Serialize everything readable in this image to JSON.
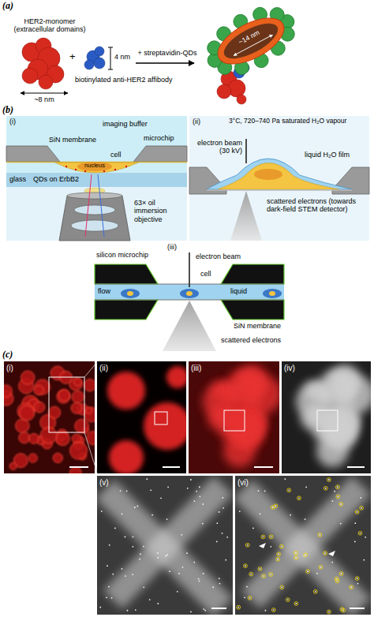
{
  "diagram": {
    "labels": [
      "(a)",
      "HER2-monomer (extracellular domains)",
      "~8 nm",
      "+",
      "4 nm",
      "biotinylated anti-HER2 affibody",
      "+ streptavidin-QDs",
      "~14 nm",
      "(b)",
      "(i)",
      "imaging buffer",
      "SiN membrane",
      "microchip",
      "cell",
      "nucleus",
      "glass",
      "QDs on ErbB2",
      "63× oil immersion objective",
      "(ii)",
      "3°C, 720–740 Pa saturated H₂O vapour",
      "electron beam (30 kV)",
      "liquid H₂O film",
      "scattered electrons (towards dark-field STEM detector)",
      "(iii)",
      "silicon microchip",
      "electron beam",
      "flow",
      "cell",
      "liquid",
      "SiN membrane",
      "scattered electrons",
      "(c)",
      "(i)",
      "(ii)",
      "(iii)",
      "(iv)",
      "(v)",
      "(vi)"
    ]
  }
}
